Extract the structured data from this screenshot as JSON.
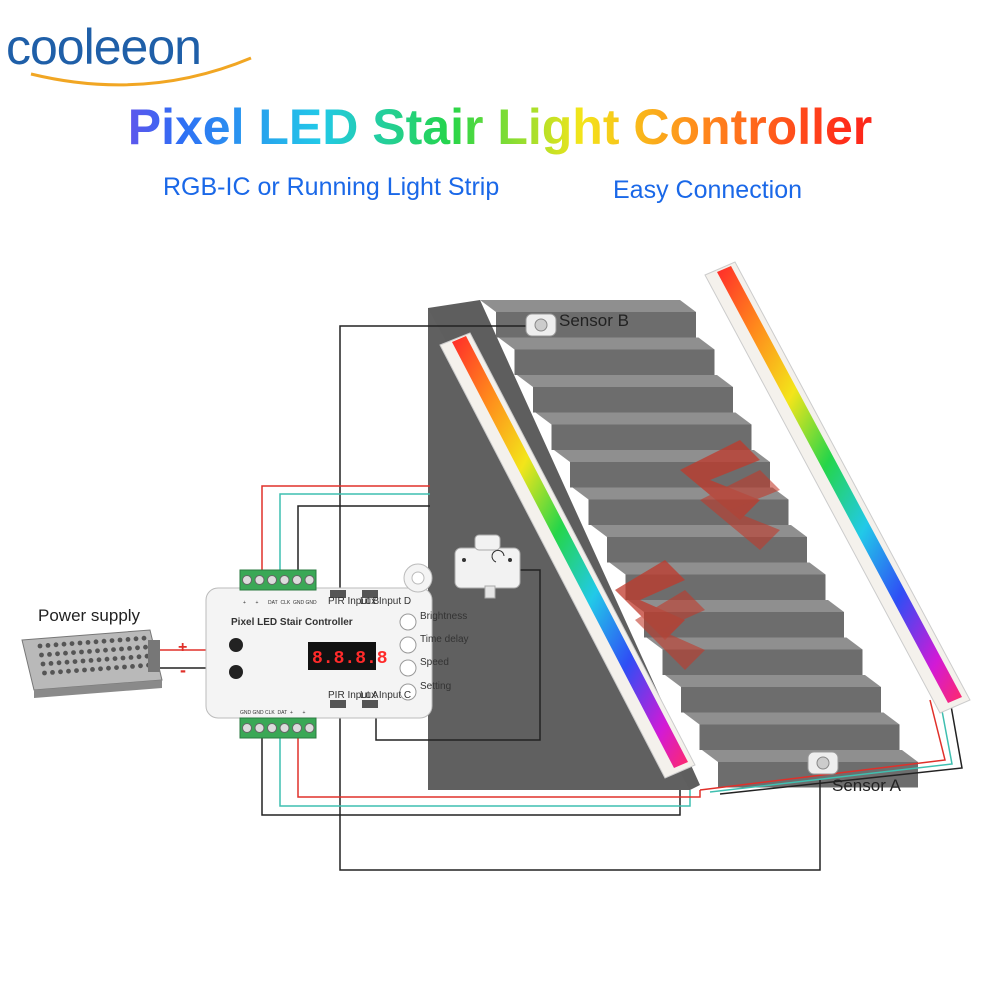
{
  "brand": {
    "logo_text": "cooleeon"
  },
  "title": "Pixel LED Stair Light Controller",
  "subtitles": [
    "RGB-IC or Running Light Strip",
    "Easy Connection"
  ],
  "labels": {
    "sensor_b": "Sensor B",
    "sensor_a": "Sensor A",
    "power_supply": "Power supply",
    "plus": "+",
    "minus": "-"
  },
  "controller": {
    "title": "Pixel LED Stair Controller",
    "display": "8.8.8.8",
    "top_terminals": [
      "+",
      "+",
      "DAT",
      "CLK",
      "GND",
      "GND"
    ],
    "bottom_terminals": [
      "GND",
      "GND",
      "CLK",
      "DAT",
      "+",
      "+"
    ],
    "ports": {
      "pir_b": "PIR Input B",
      "lux_d": "Lux Input D",
      "pir_a": "PIR Input A",
      "lux_c": "Lux Input C"
    },
    "buttons": [
      "Brightness",
      "Time delay",
      "Speed",
      "Setting"
    ]
  },
  "colors": {
    "wire_red": "#e0302a",
    "wire_cyan": "#3fbfb0",
    "wire_black": "#222222",
    "title_blue": "#1a68e8",
    "stair": "#6b6b6b"
  }
}
